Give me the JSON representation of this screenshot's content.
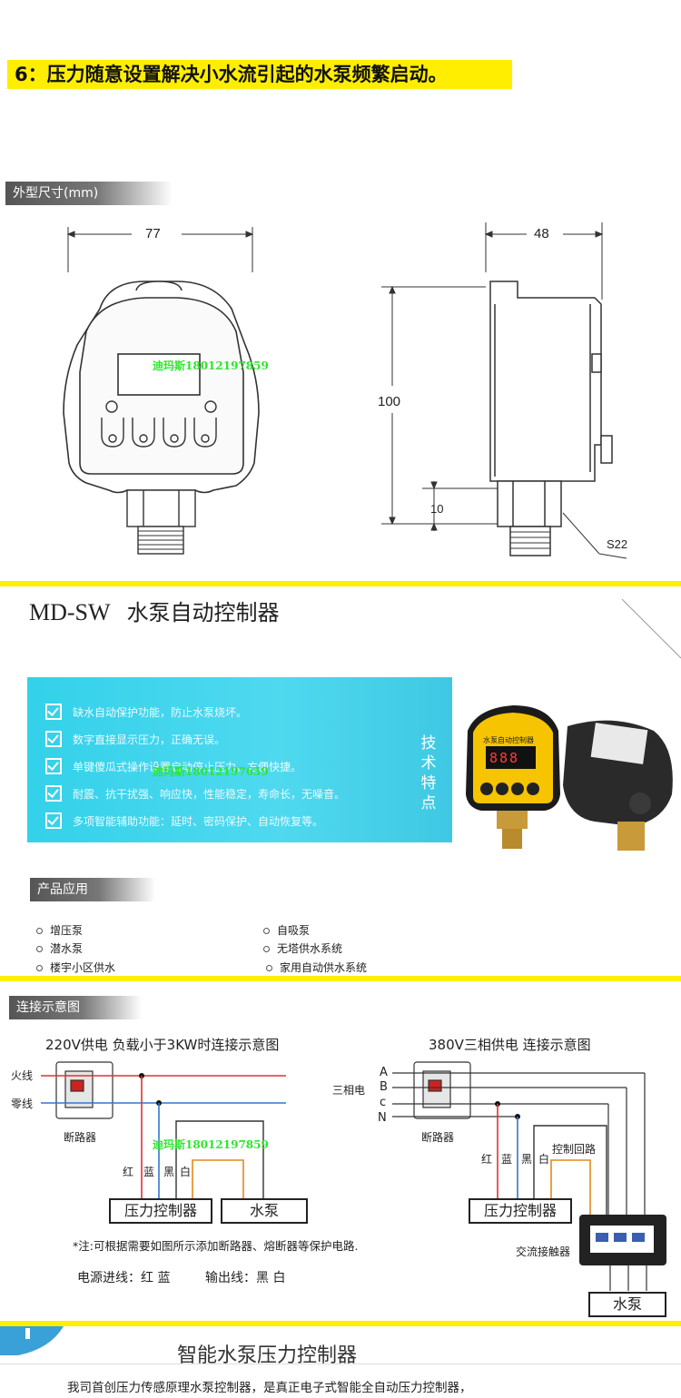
{
  "headline": "6：压力随意设置解决小水流引起的水泵频繁启动。",
  "dimensions": {
    "label": "外型尺寸(mm)",
    "width": "77",
    "depth": "48",
    "height": "100",
    "thread": "10",
    "hex": "S22",
    "watermark": "迪玛斯18012197859"
  },
  "product": {
    "model": "MD-SW",
    "name": "水泵自动控制器",
    "features": [
      "缺水自动保护功能，防止水泵烧坏。",
      "数字直接显示压力，正确无误。",
      "单键傻瓜式操作设置启动停止压力，方便快捷。",
      "耐震、抗干扰强、响应快，性能稳定，寿命长，无噪音。",
      "多项智能辅助功能：延时、密码保护、自动恢复等。"
    ],
    "side_label": [
      "技",
      "术",
      "特",
      "点"
    ],
    "device_label": "水泵自动控制器",
    "display": "888",
    "watermark": "迪玛斯18012197659"
  },
  "applications": {
    "label": "产品应用",
    "items_left": [
      "增压泵",
      "潜水泵",
      "楼宇小区供水"
    ],
    "items_right": [
      "自吸泵",
      "无塔供水系统",
      "家用自动供水系统"
    ]
  },
  "wiring": {
    "label": "连接示意图",
    "left_title": "220V供电 负载小于3KW时连接示意图",
    "right_title": "380V三相供电  连接示意图",
    "fire_wire": "火线",
    "neutral_wire": "零线",
    "breaker_left": "断路器",
    "breaker_right": "断路器",
    "three_phase": "三相电",
    "phases": [
      "A",
      "B",
      "c",
      "N"
    ],
    "colors_left": [
      "红",
      "蓝",
      "黑",
      "白"
    ],
    "colors_right": [
      "红",
      "蓝",
      "黑",
      "白"
    ],
    "controller": "压力控制器",
    "pump": "水泵",
    "control_loop": "控制回路",
    "contactor": "交流接触器",
    "note": "*注:可根据需要如图所示添加断路器、熔断器等保护电路.",
    "power_in": "电源进线：红 蓝",
    "output": "输出线：黑 白",
    "watermark": "迪玛斯18012197859"
  },
  "bottom": {
    "title": "智能水泵压力控制器",
    "text": "我司首创压力传感原理水泵控制器，是真正电子式智能全自动压力控制器，"
  },
  "colors": {
    "accent_yellow": "#ffee00",
    "panel_cyan": "#3fd0e9",
    "device_yellow": "#f6c400"
  }
}
